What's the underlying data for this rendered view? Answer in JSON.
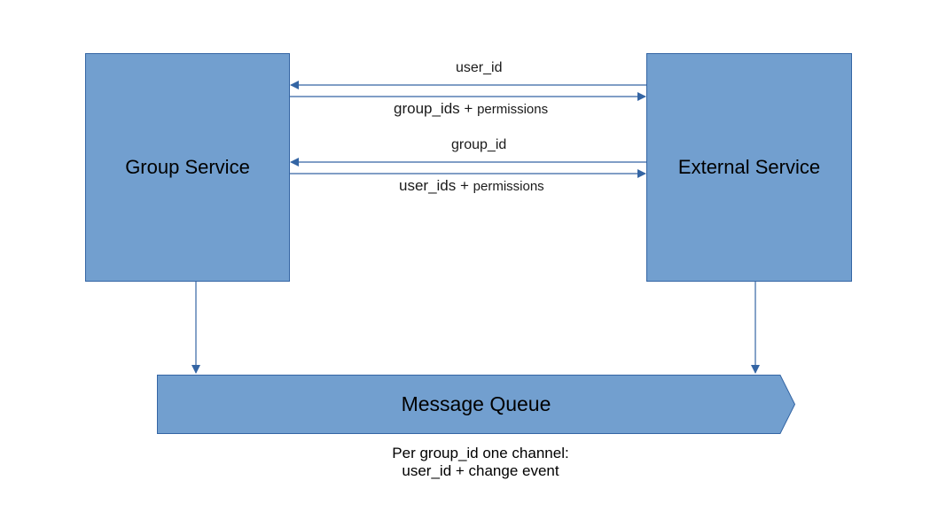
{
  "nodes": {
    "group_service": "Group Service",
    "external_service": "External Service",
    "message_queue": "Message Queue"
  },
  "edges": {
    "user_id": "user_id",
    "group_ids": "group_ids +",
    "group_ids_permissions": "permissions",
    "group_id": "group_id",
    "user_ids": "user_ids +",
    "user_ids_permissions": "permissions"
  },
  "caption": {
    "line1": "Per group_id one channel:",
    "line2": "user_id + change event"
  },
  "colors": {
    "box_fill": "#729fcf",
    "box_border": "#3465a4",
    "arrow": "#3465a4"
  }
}
